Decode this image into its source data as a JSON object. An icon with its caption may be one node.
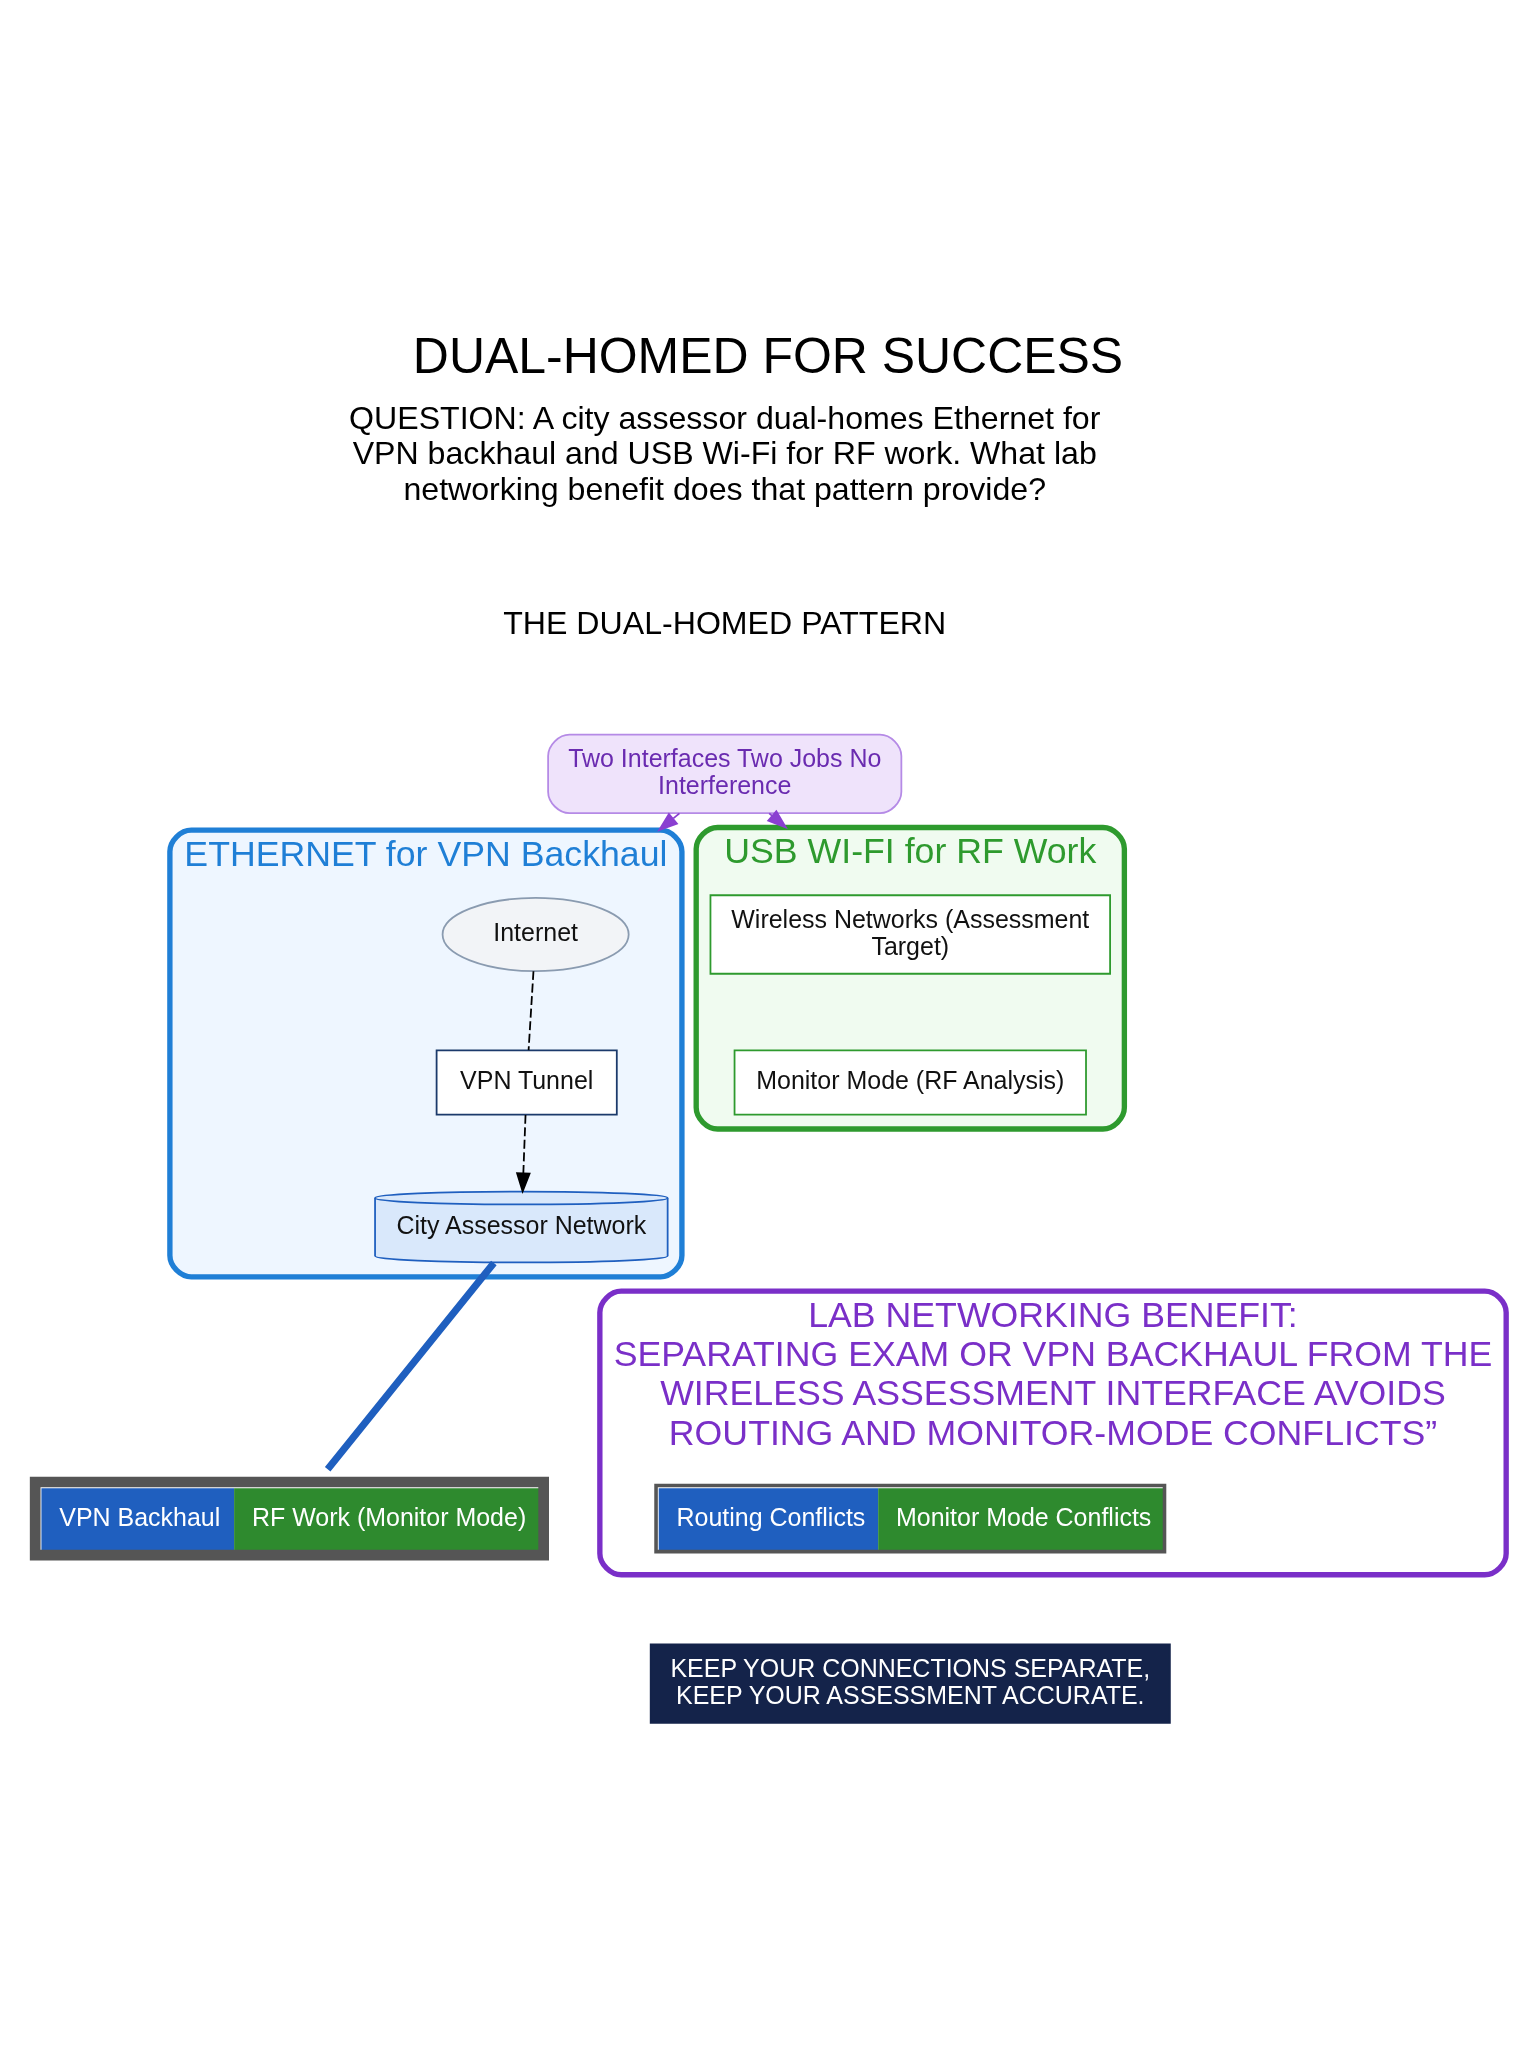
{
  "diagram": {
    "title": "DUAL-HOMED FOR SUCCESS",
    "nodes": [
      {
        "text": [
          "ETHERNET for VPN Backhaul"
        ]
      },
      {
        "text": [
          "Internet"
        ],
        "in": 0
      },
      {
        "text": [
          "VPN Tunnel"
        ],
        "in": 0
      },
      {
        "text": [
          "City Assessor Network"
        ],
        "in": 0
      },
      {
        "text": [
          "Two Interfaces Two Jobs No Interference"
        ]
      },
      {
        "text": [
          "VPN Backhaul",
          "RF Work (Monitor Mode)"
        ]
      },
      {
        "text": [
          "USB WI-FI for RF Work"
        ]
      },
      {
        "text": [
          "Wireless Networks (Assessment Target)"
        ],
        "in": 6
      },
      {
        "text": [
          "Monitor Mode (RF Analysis)"
        ],
        "in": 6
      },
      {
        "text": [
          "LAB NETWORKING BENEFIT:",
          "SEPARATING EXAM OR VPN BACKHAUL FROM THE WIRELESS ASSESSMENT INTERFACE AVOIDS ROUTING AND MONITOR-MODE CONFLICTS”"
        ]
      },
      {
        "text": [
          "Routing Conflicts",
          "Monitor Mode Conflicts"
        ],
        "in": 9
      },
      {
        "text": [
          "KEEP YOUR CONNECTIONS SEPARATE, KEEP YOUR ASSESSMENT ACCURATE."
        ]
      }
    ],
    "edges": [
      {
        "from": 1,
        "to": 2,
        "arrow": "none",
        "style": "dashed"
      },
      {
        "from": 2,
        "to": 3,
        "arrow": "to",
        "style": "dashed"
      },
      {
        "from": 4,
        "to": 0,
        "arrow": "to",
        "style": "dashed",
        "color": "#8a3fd1"
      },
      {
        "from": 4,
        "to": 6,
        "arrow": "to",
        "style": "dashed",
        "color": "#8a3fd1"
      },
      {
        "from": 3,
        "to": 5,
        "arrow": "none",
        "style": "thick",
        "color": "#1f5fbf"
      }
    ],
    "labels": [
      "QUESTION: A city assessor dual-homes Ethernet for VPN backhaul and USB Wi-Fi for RF work. What lab networking benefit does that pattern provide?",
      "THE DUAL-HOMED PATTERN"
    ]
  }
}
